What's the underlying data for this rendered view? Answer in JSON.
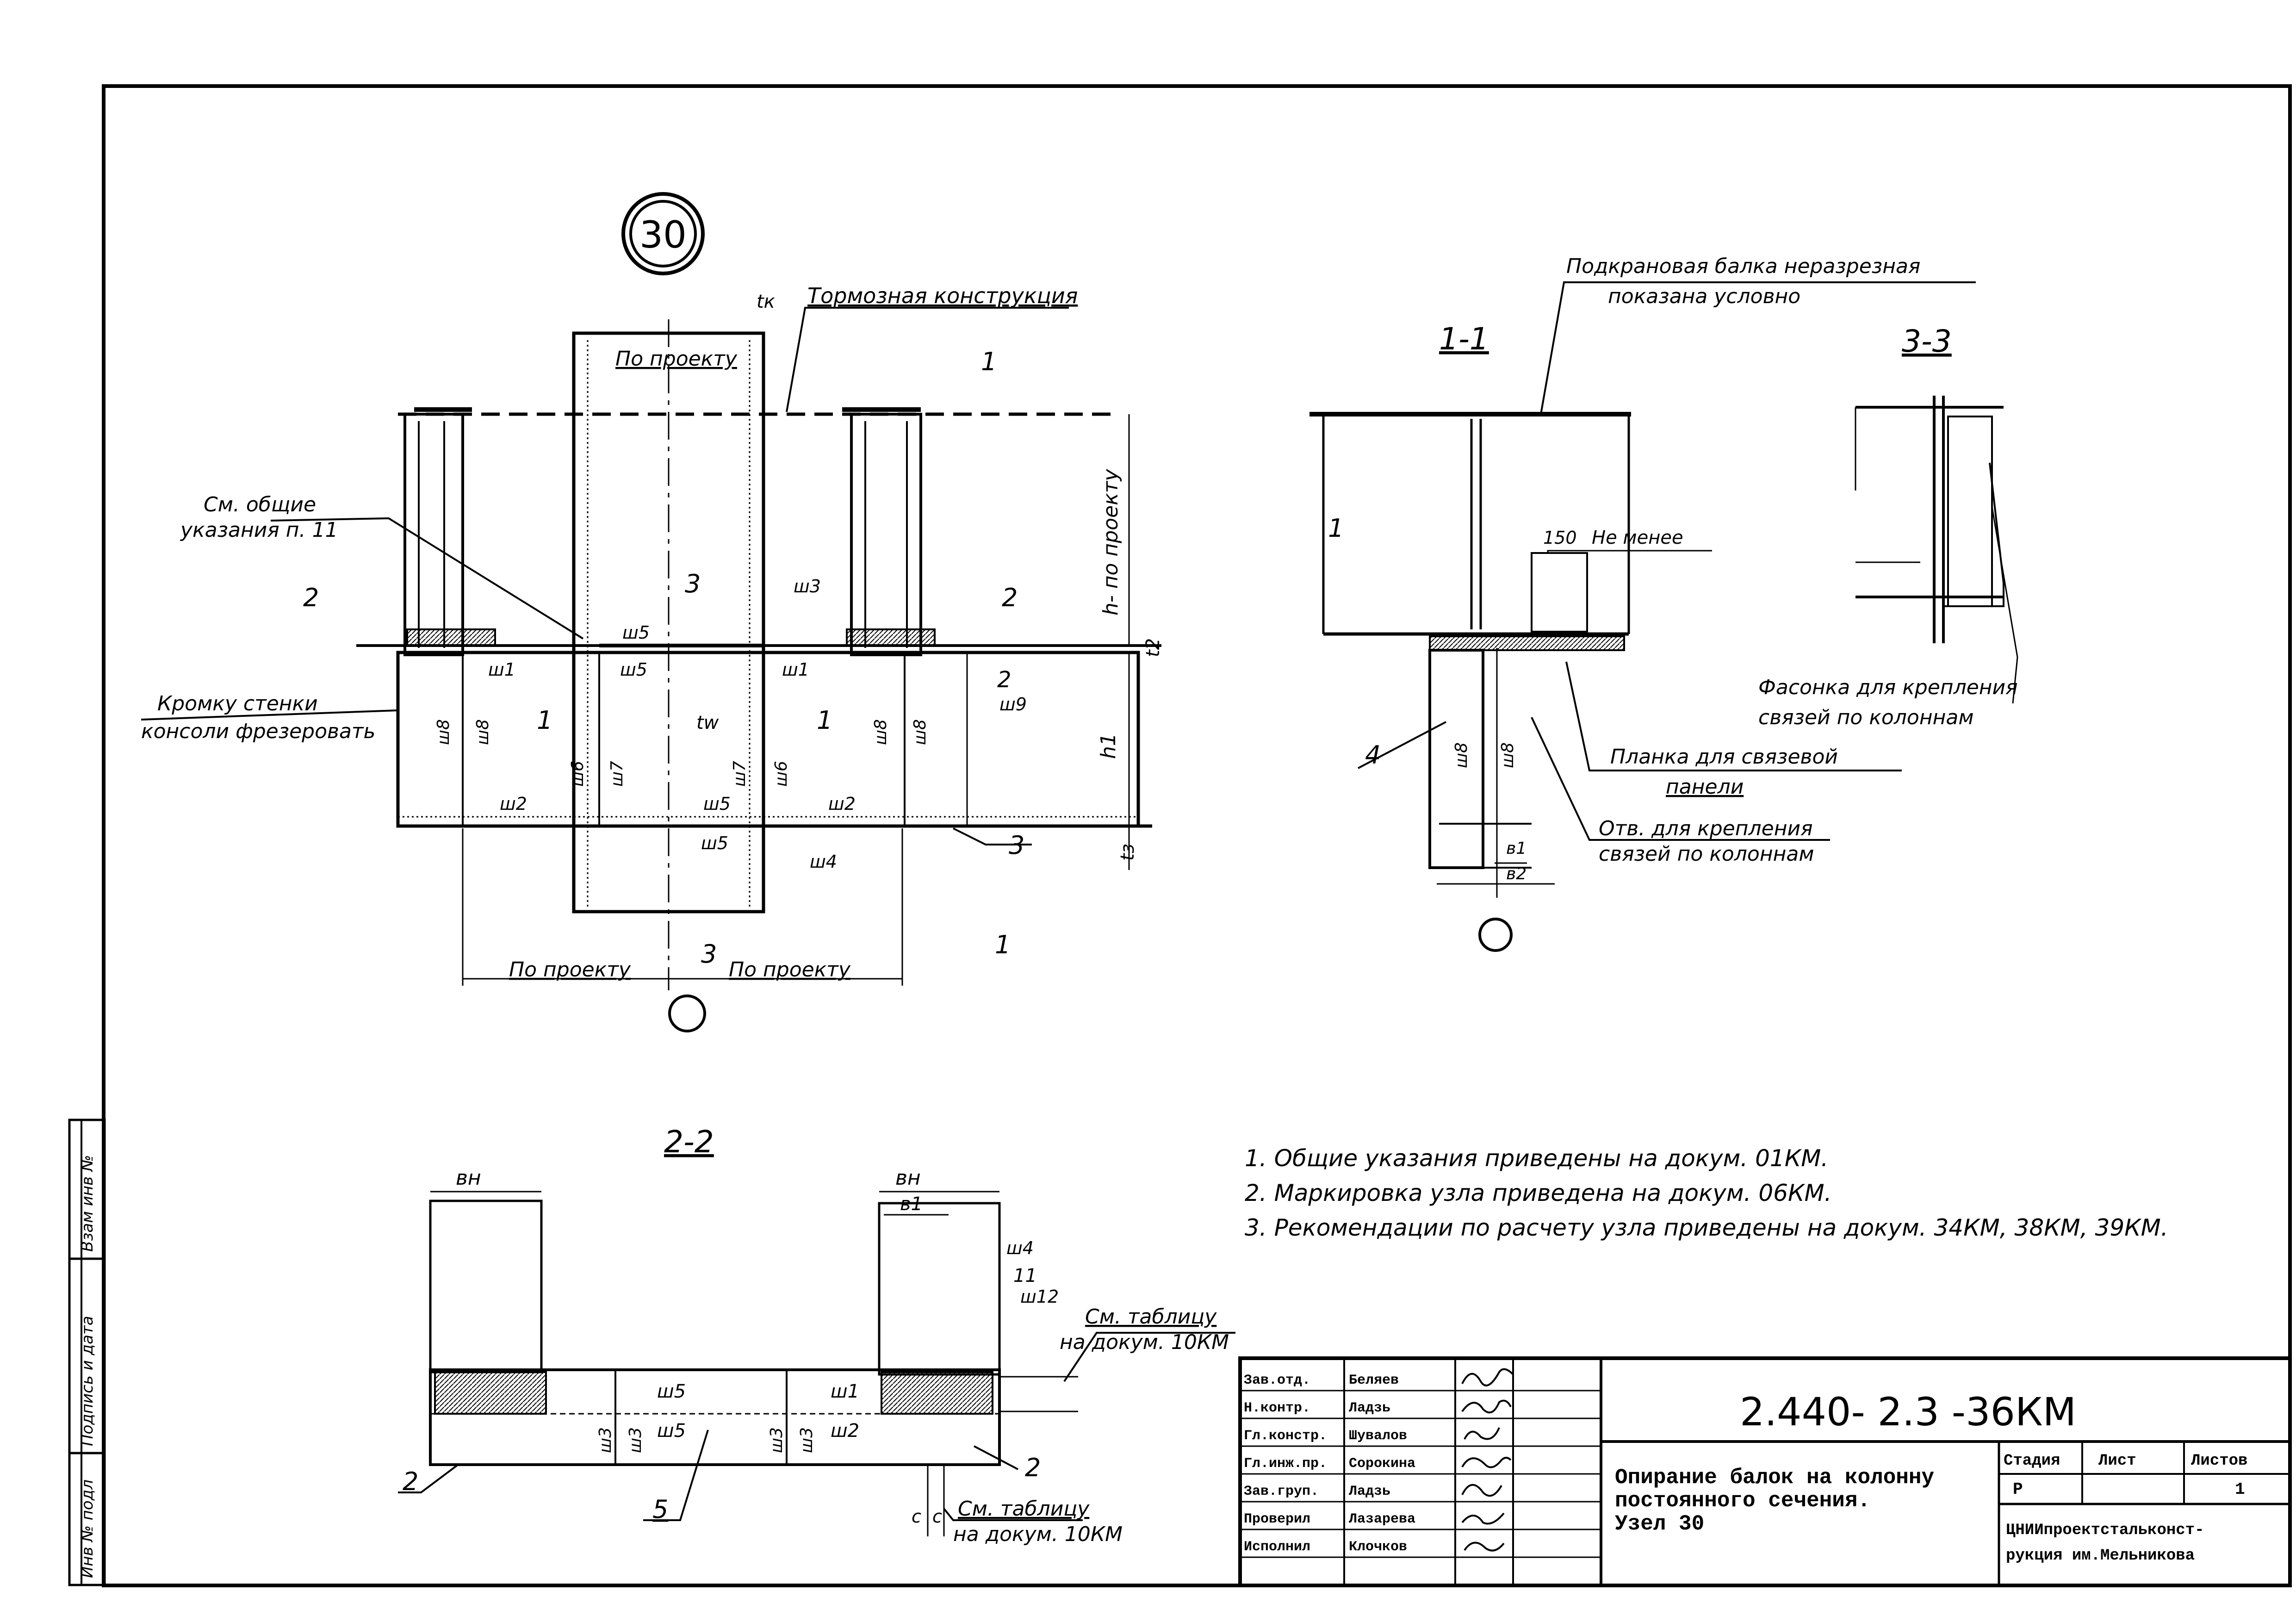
{
  "document": {
    "code": "2.440- 2.3 -36КМ",
    "title_lines": [
      "Опирание балок на колонну",
      "постоянного сечения.",
      "Узел 30"
    ],
    "organization_lines": [
      "ЦНИИпроектстальконст-",
      "рукция им.Мельникова"
    ]
  },
  "stamp": {
    "headers": [
      "Стадия",
      "Лист",
      "Листов"
    ],
    "values": [
      "Р",
      "",
      "1"
    ],
    "signatures": [
      {
        "role": "Зав.отд.",
        "name": "Беляев"
      },
      {
        "role": "Н.контр.",
        "name": "Ладзь"
      },
      {
        "role": "Гл.констр.",
        "name": "Шувалов"
      },
      {
        "role": "Гл.инж.пр.",
        "name": "Сорокина"
      },
      {
        "role": "Зав.груп.",
        "name": "Ладзь"
      },
      {
        "role": "Проверил",
        "name": "Лазарева"
      },
      {
        "role": "Исполнил",
        "name": "Клочков"
      }
    ]
  },
  "side_stamp": [
    "Инв № подл",
    "Подпись и дата",
    "Взам инв №"
  ],
  "node": "30",
  "sections": {
    "s11": "1-1",
    "s22": "2-2",
    "s33": "3-3"
  },
  "plan": {
    "brake": "Тормозная конструкция",
    "po_proektu": "По проекту",
    "see_general": [
      "См. общие",
      "указания п. 11"
    ],
    "edge_web": [
      "Кромку стенки",
      "консоли фрезеровать"
    ],
    "h_po_proektu": "h- по проекту",
    "welds": [
      "ш1",
      "ш2",
      "ш3",
      "ш4",
      "ш5",
      "ш6",
      "ш7",
      "ш8",
      "ш9"
    ],
    "marks": [
      "1",
      "2",
      "3",
      "tк",
      "tw",
      "h1",
      "t2",
      "tз"
    ]
  },
  "section11": {
    "crane_beam": [
      "Подкрановая балка неразрезная",
      "показана условно"
    ],
    "min": "Не менее",
    "min_val": "150",
    "plank": [
      "Планка для связевой",
      "панели"
    ],
    "holes": [
      "Отв. для крепления",
      "связей по колоннам"
    ],
    "dims": [
      "в1",
      "в2"
    ],
    "marks": [
      "1",
      "4"
    ]
  },
  "section33": {
    "gusset": [
      "Фасонка для крепления",
      "связей по колоннам"
    ]
  },
  "section22": {
    "see_table_1": [
      "См. таблицу",
      "на докум. 10КМ"
    ],
    "see_table_2": [
      "См. таблицу",
      "на докум. 10КМ"
    ],
    "dims": [
      "вн",
      "в1",
      "с",
      "с"
    ],
    "welds": [
      "ш5",
      "ш3",
      "ш1",
      "ш2",
      "ш4",
      "ш12"
    ],
    "marks": [
      "2",
      "5",
      "11"
    ]
  },
  "notes": [
    "1. Общие указания приведены на докум. 01КМ.",
    "2. Маркировка узла приведена на докум. 06КМ.",
    "3. Рекомендации по расчету узла приведены на докум. 34КМ, 38КМ, 39КМ."
  ]
}
